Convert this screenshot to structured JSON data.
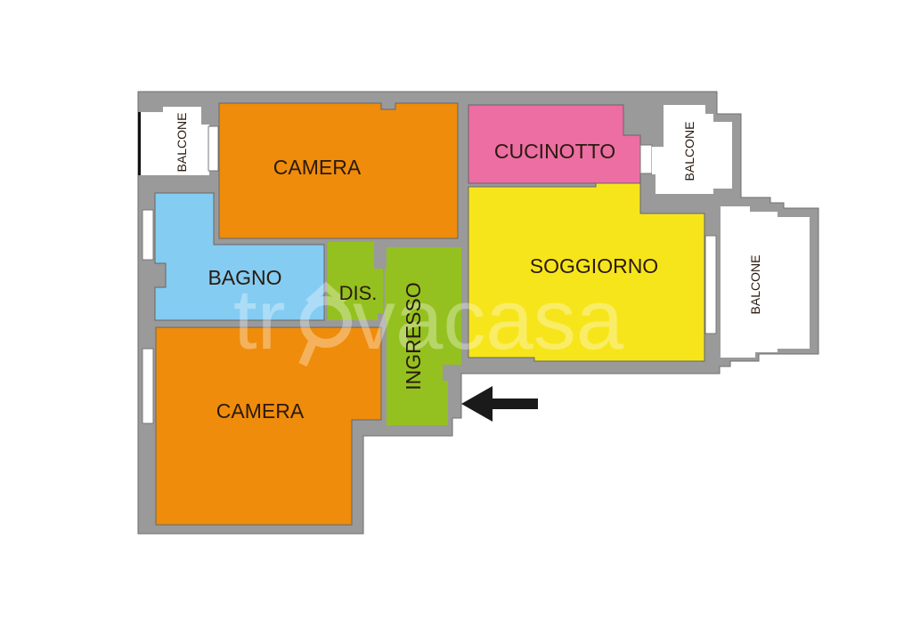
{
  "floorplan": {
    "rooms": [
      {
        "id": "camera-top",
        "label": "CAMERA",
        "color": "#EF8C0B"
      },
      {
        "id": "camera-bottom",
        "label": "CAMERA",
        "color": "#EF8C0B"
      },
      {
        "id": "bagno",
        "label": "BAGNO",
        "color": "#84CCF2"
      },
      {
        "id": "disimpegno",
        "label": "DIS.",
        "color": "#94C11F"
      },
      {
        "id": "ingresso",
        "label": "INGRESSO",
        "color": "#94C11F"
      },
      {
        "id": "cucinotto",
        "label": "CUCINOTTO",
        "color": "#EC6EA2"
      },
      {
        "id": "soggiorno",
        "label": "SOGGIORNO",
        "color": "#F7E51C"
      }
    ],
    "balconies": [
      {
        "id": "balcone-left",
        "label": "BALCONE"
      },
      {
        "id": "balcone-top-right",
        "label": "BALCONE"
      },
      {
        "id": "balcone-right",
        "label": "BALCONE"
      }
    ],
    "wall_color": "#9A9A9A",
    "entrance_arrow": {
      "direction": "left",
      "color": "#1a1a1a"
    }
  },
  "watermark": {
    "text_tr": "tr",
    "text_rest": "vacasa",
    "color": "#ffffff"
  }
}
